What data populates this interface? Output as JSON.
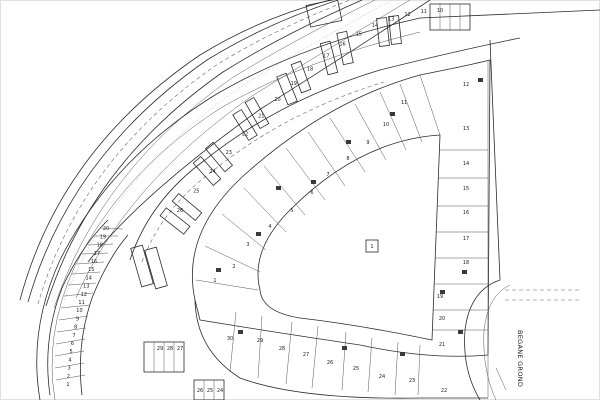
{
  "drawing": {
    "side_label": "BEGANE GROND",
    "center_marker": "1",
    "inner_ring_labels": [
      "1",
      "2",
      "3",
      "4",
      "5",
      "6",
      "7",
      "8",
      "9",
      "10",
      "11",
      "12",
      "13",
      "14",
      "15",
      "16",
      "17",
      "18",
      "19",
      "20",
      "21",
      "22",
      "23",
      "24",
      "25",
      "26",
      "27",
      "28",
      "29",
      "30"
    ],
    "north_strip_labels": [
      "26",
      "25",
      "24",
      "23",
      "22",
      "21",
      "20",
      "19",
      "18",
      "17",
      "16",
      "15",
      "14",
      "13",
      "12",
      "11",
      "10"
    ],
    "left_strip_labels": [
      "1",
      "2",
      "3",
      "4",
      "5",
      "6",
      "7",
      "8",
      "9",
      "10",
      "11",
      "12",
      "13",
      "14",
      "15",
      "16",
      "17",
      "18",
      "19",
      "20"
    ],
    "rear_block_labels": [
      "29",
      "28",
      "27",
      "26",
      "25",
      "24"
    ]
  }
}
